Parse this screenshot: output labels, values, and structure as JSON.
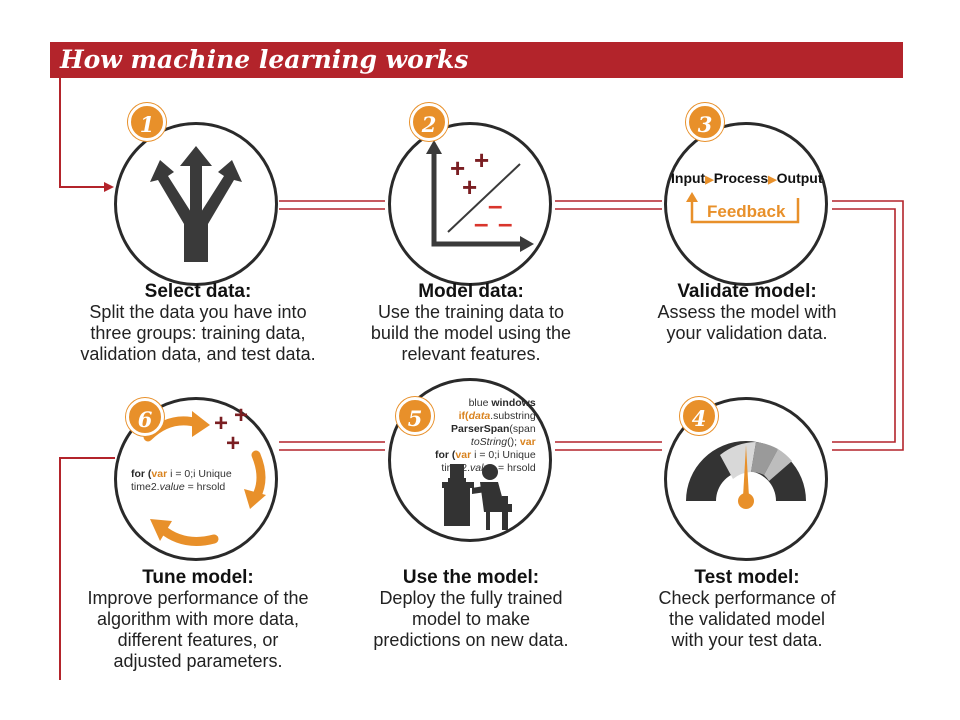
{
  "header": {
    "title": "How machine learning works"
  },
  "steps": [
    {
      "number": "1",
      "title": "Select data:",
      "desc": [
        "Split the data you have into",
        "three groups: training data,",
        "validation data, and test data."
      ]
    },
    {
      "number": "2",
      "title": "Model data:",
      "desc": [
        "Use the training data to",
        "build the model using the",
        "relevant features."
      ]
    },
    {
      "number": "3",
      "title": "Validate model:",
      "desc": [
        "Assess the model with",
        "your validation data."
      ]
    },
    {
      "number": "4",
      "title": "Test model:",
      "desc": [
        "Check performance of",
        "the validated model",
        "with your test data."
      ]
    },
    {
      "number": "5",
      "title": "Use the model:",
      "desc": [
        "Deploy the fully trained",
        "model to make",
        "predictions on new data."
      ]
    },
    {
      "number": "6",
      "title": "Tune model:",
      "desc": [
        "Improve performance of the",
        "algorithm with more data,",
        "different features, or",
        "adjusted parameters."
      ]
    }
  ],
  "icons": {
    "io": {
      "input": "Input",
      "process": "Process",
      "output": "Output",
      "feedback": "Feedback"
    },
    "plot_plus": "+",
    "plot_minus": "–",
    "code5": {
      "l1a": "blue",
      "l1b": "windows",
      "l2a": "if(",
      "l2b": "data",
      "l2c": ".substring",
      "l3a": "ParserSpan",
      "l3b": "(span",
      "l4a": "toString",
      "l4b": "(); ",
      "l4c": "var",
      "l5a": "for (",
      "l5b": "var",
      "l5c": " i = 0;i Unique",
      "l6a": "time2.",
      "l6b": "value",
      "l6c": " = hrsold"
    },
    "code6": {
      "l1a": "for (",
      "l1b": "var",
      "l1c": " i = 0;i Unique",
      "l2a": "time2.",
      "l2b": "value",
      "l2c": " = hrsold"
    }
  },
  "colors": {
    "banner": "#b3242b",
    "accent": "#e8902a",
    "connector": "#b3242b",
    "dark": "#3a3a3a"
  }
}
